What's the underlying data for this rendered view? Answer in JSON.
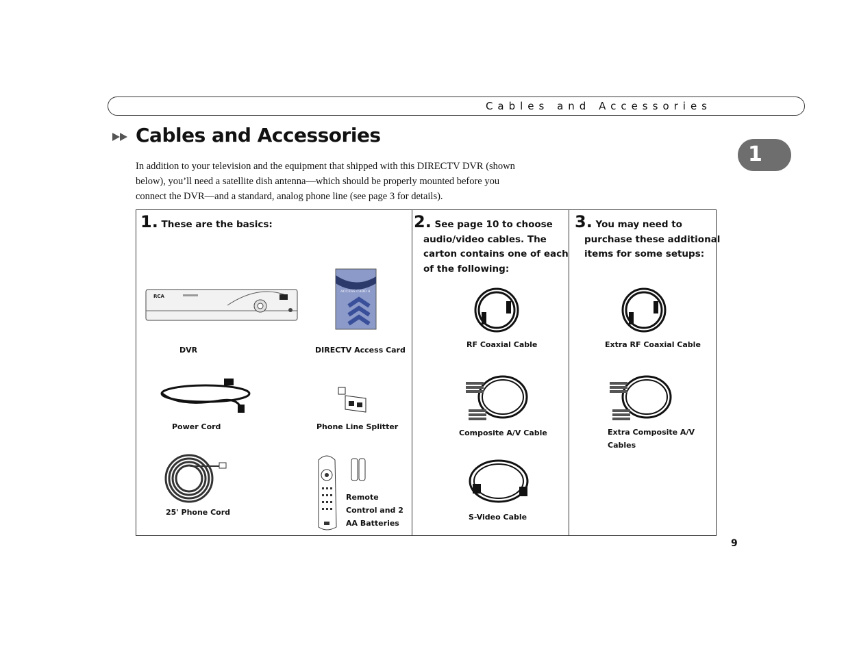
{
  "header": {
    "running_title": "Cables and Accessories"
  },
  "chapter_tab": "1",
  "title": "Cables and Accessories",
  "intro": "In addition to your television and the equipment that shipped with this DIRECTV DVR (shown below), you’ll need a satellite dish antenna—which should be properly mounted before you connect the DVR—and a standard, analog phone line (see page 3 for details).",
  "columns": [
    {
      "number": "1.",
      "heading": "These are the basics:",
      "items": [
        "DVR",
        "DIRECTV Access Card",
        "Power Cord",
        "Phone Line Splitter",
        "25' Phone Cord",
        "Remote Control and 2 AA Batteries"
      ]
    },
    {
      "number": "2.",
      "heading": "See page 10 to choose audio/video cables. The carton contains one of each of the following:",
      "items": [
        "RF Coaxial Cable",
        "Composite A/V Cable",
        "S-Video Cable"
      ]
    },
    {
      "number": "3.",
      "heading": "You may need to purchase these additional items for some setups:",
      "items": [
        "Extra RF Coaxial Cable",
        "Extra Composite A/V Cables"
      ]
    }
  ],
  "product_marks": {
    "dvr_brand": "RCA",
    "access_card_text": "ACCESS CARD 4"
  },
  "page_number": "9"
}
